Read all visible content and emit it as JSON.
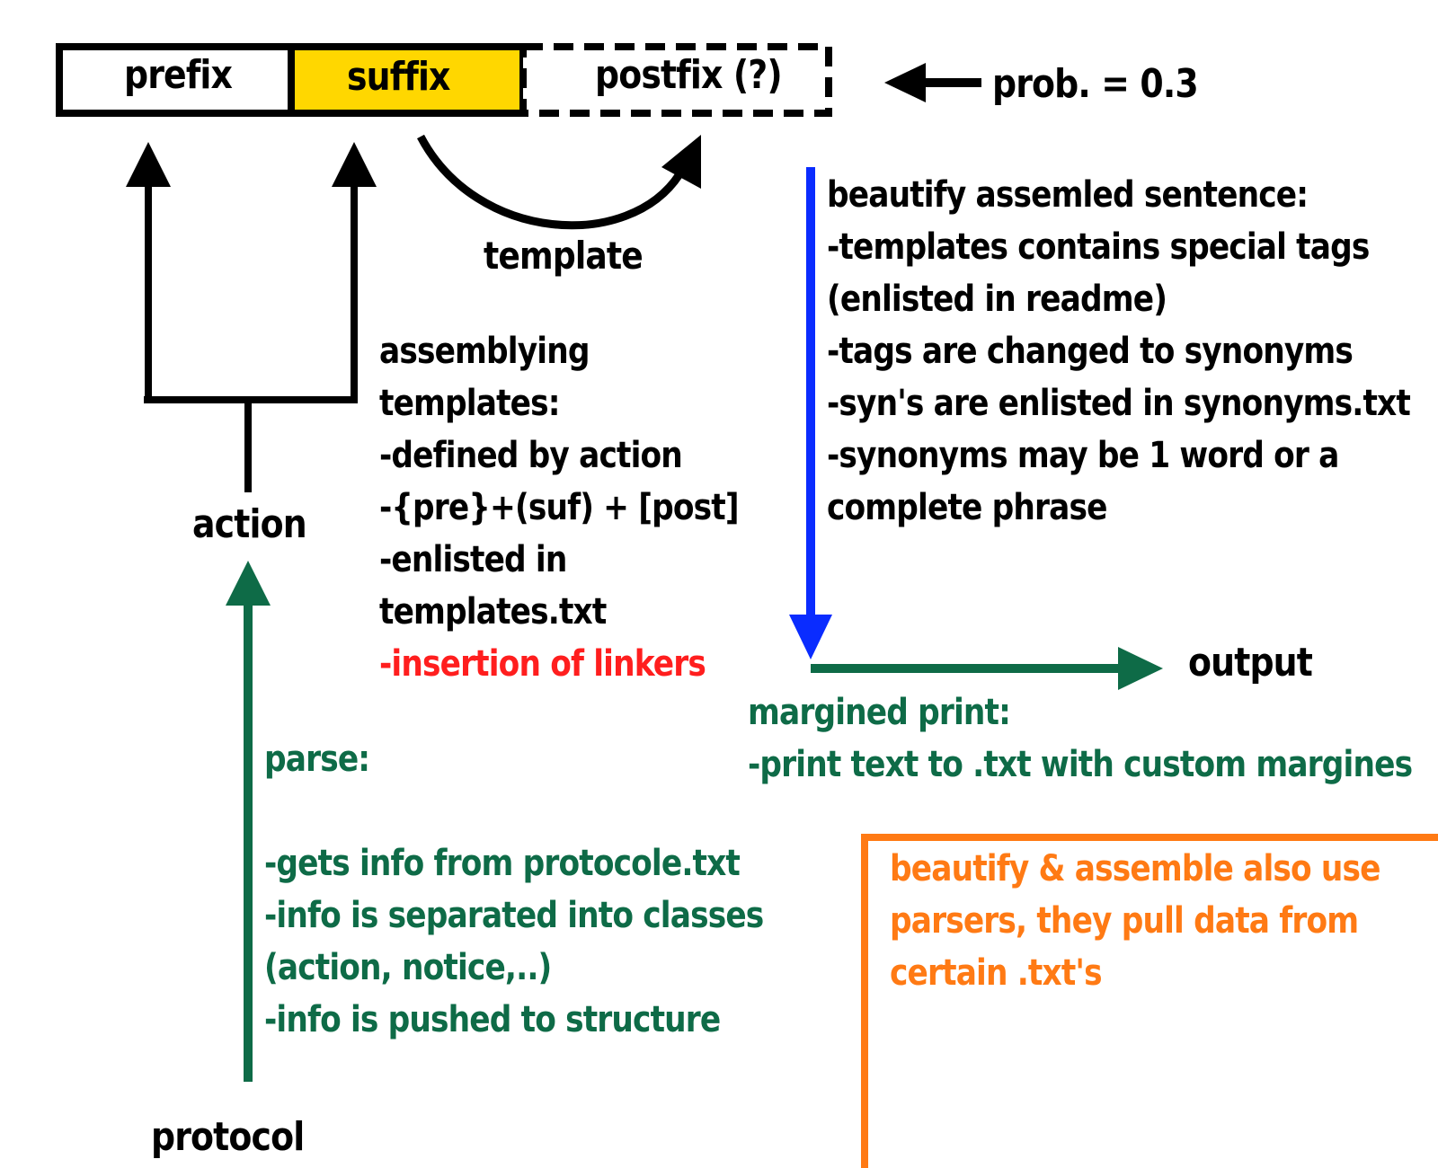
{
  "colors": {
    "black": "#000000",
    "suffix_fill": "#ffd700",
    "blue_arrow": "#0a2cff",
    "green": "#0e6b47",
    "red": "#ff1e1e",
    "orange": "#ff7a14"
  },
  "boxes": {
    "prefix": "prefix",
    "suffix": "suffix",
    "postfix": "postfix (?)"
  },
  "probability": "prob. = 0.3",
  "template_label": "template",
  "action_label": "action",
  "protocol_label": "protocol",
  "output_label": "output",
  "assembling": {
    "lines": [
      "assemblying",
      "templates:",
      "-defined by action",
      "-{pre}+(suf) + [post]",
      "-enlisted in",
      "templates.txt"
    ],
    "highlight": "-insertion of linkers"
  },
  "beautify": {
    "lines": [
      "beautify assemled sentence:",
      "-templates contains special tags",
      "(enlisted in readme)",
      "-tags are changed to synonyms",
      "-syn's are enlisted in synonyms.txt",
      "-synonyms may be 1 word or a",
      "complete phrase"
    ]
  },
  "parse": {
    "title": "parse:",
    "lines": [
      "-gets info from protocole.txt",
      "-info is separated into classes",
      "(action, notice,..)",
      "-info is pushed to structure"
    ]
  },
  "margined_print": {
    "lines": [
      "margined print:",
      "-print text to .txt with custom margines"
    ]
  },
  "note": {
    "lines": [
      "beautify & assemble also use",
      "parsers, they pull data from",
      "certain .txt's"
    ]
  }
}
